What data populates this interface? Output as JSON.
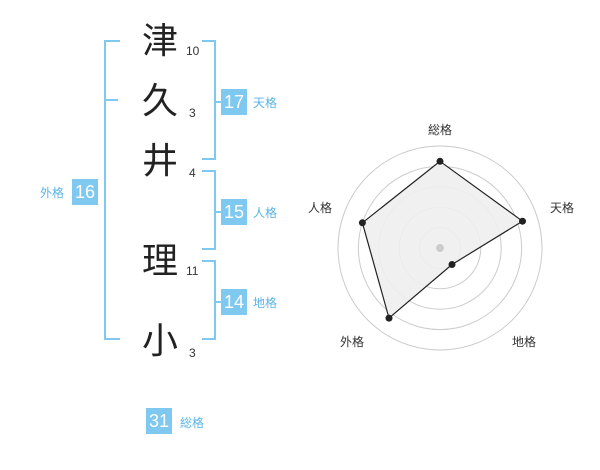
{
  "name": {
    "characters": [
      {
        "char": "津",
        "strokes": "10"
      },
      {
        "char": "久",
        "strokes": "3"
      },
      {
        "char": "井",
        "strokes": "4"
      },
      {
        "char": "理",
        "strokes": "11"
      },
      {
        "char": "小",
        "strokes": "3"
      }
    ]
  },
  "fortunes": {
    "tenkaku": {
      "value": "17",
      "label": "天格"
    },
    "jinkaku": {
      "value": "15",
      "label": "人格"
    },
    "chikaku": {
      "value": "14",
      "label": "地格"
    },
    "gaikaku": {
      "value": "16",
      "label": "外格"
    },
    "soukaku": {
      "value": "31",
      "label": "総格"
    }
  },
  "colors": {
    "accent": "#7fc8f0",
    "bracket": "#7fc8f0",
    "label_text": "#5ab4e6",
    "radar_fill": "#eeeeee",
    "radar_stroke": "#222222",
    "ring": "#cccccc"
  },
  "chart_data": {
    "type": "radar",
    "axes": [
      "総格",
      "天格",
      "地格",
      "外格",
      "人格"
    ],
    "values": [
      0.85,
      0.85,
      0.2,
      0.85,
      0.8
    ],
    "range": [
      0,
      1
    ],
    "rings": 5
  }
}
